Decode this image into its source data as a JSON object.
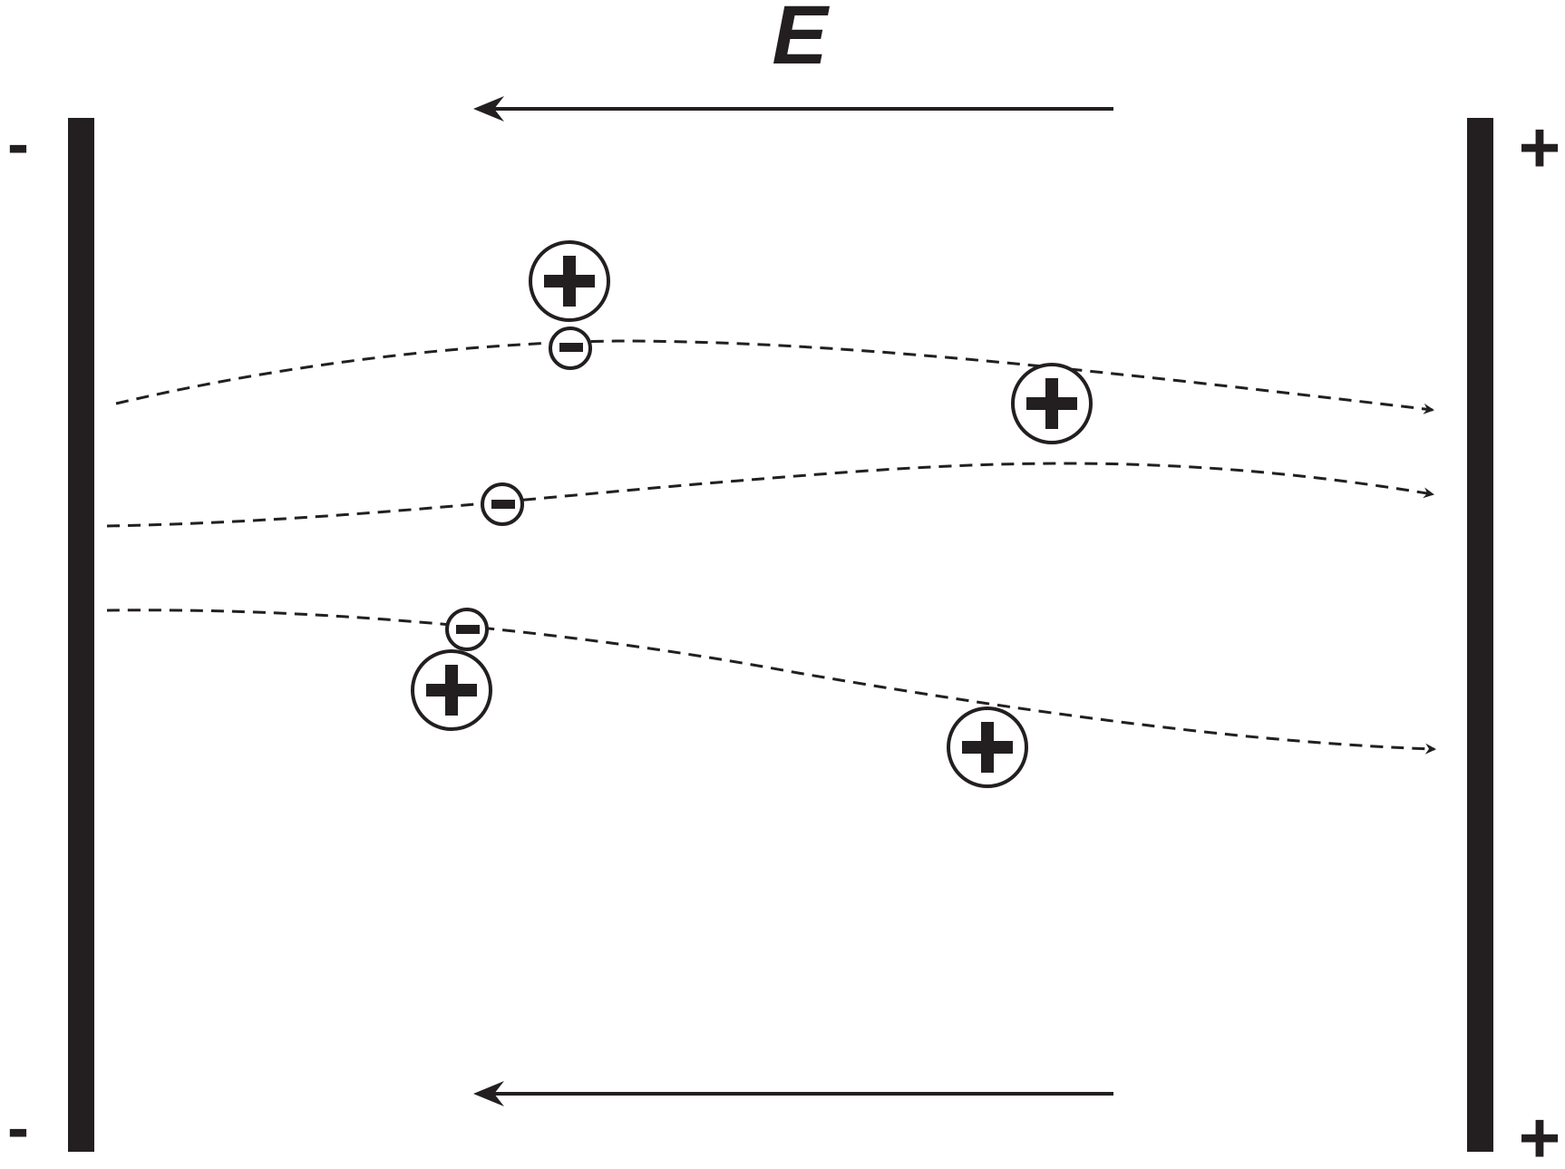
{
  "field": {
    "label": "E",
    "direction": "right-to-left"
  },
  "plates": {
    "left": {
      "polarity": "negative",
      "sign_top": "-",
      "sign_bottom": "-"
    },
    "right": {
      "polarity": "positive",
      "sign_top": "+",
      "sign_bottom": "+"
    }
  },
  "particles": {
    "positive_ion_count": 4,
    "electron_count": 3,
    "positive_symbol": "+",
    "negative_symbol": "-"
  },
  "trajectories": {
    "count": 3,
    "style": "dashed",
    "toward": "right-plate"
  },
  "colors": {
    "ink": "#231f20",
    "background": "#ffffff"
  }
}
